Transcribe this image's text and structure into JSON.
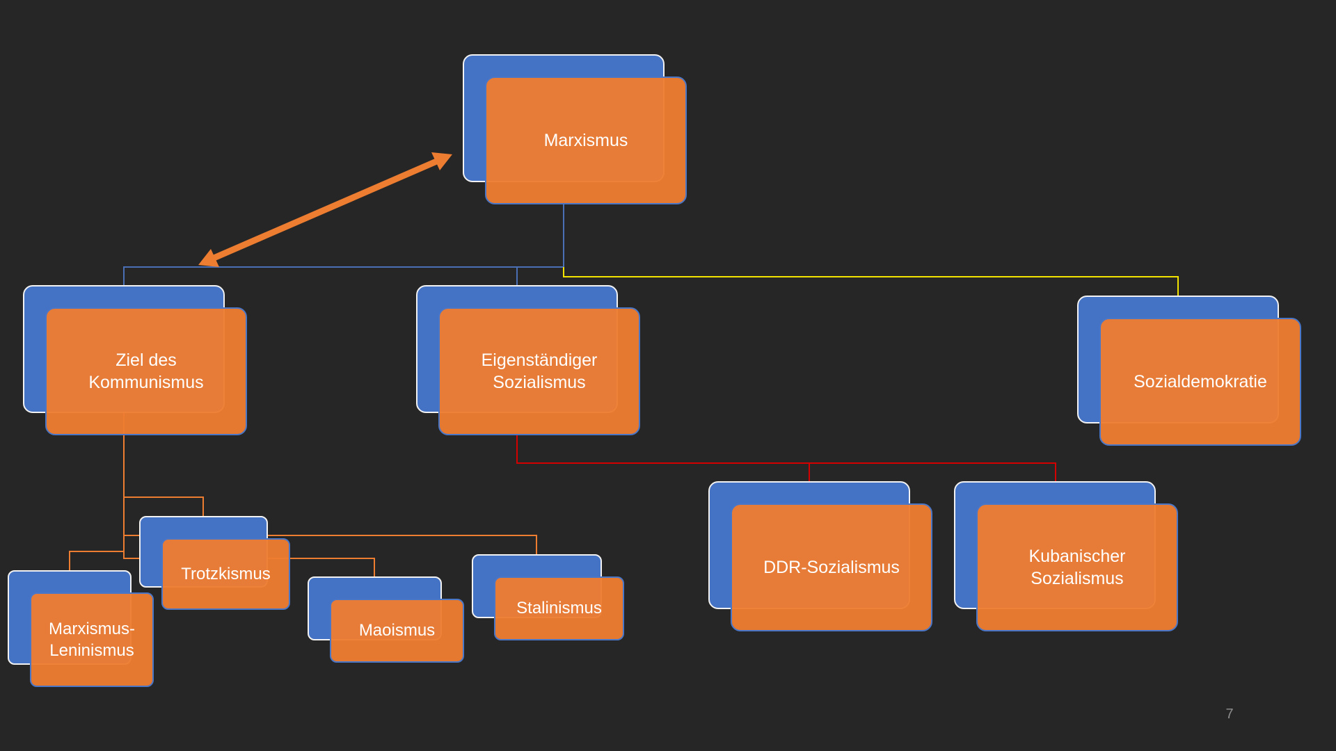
{
  "slide": {
    "page_number": "7",
    "background": "#262626"
  },
  "colors": {
    "box_front": "#ed7d31",
    "box_back": "#4472c4",
    "box_back_border": "#f2f2f2",
    "text": "#ffffff",
    "connector_blue": "#4a6fb5",
    "connector_yellow": "#f2e300",
    "connector_red": "#d40000",
    "connector_orange": "#ed7d31",
    "arrow": "#ed7d31"
  },
  "nodes": {
    "marxismus": {
      "label": "Marxismus"
    },
    "ziel_kommunismus": {
      "label": "Ziel des\nKommunismus"
    },
    "eigenstaendiger_sozialismus": {
      "label": "Eigenständiger\nSozialismus"
    },
    "sozialdemokratie": {
      "label": "Sozialdemokratie"
    },
    "ddr_sozialismus": {
      "label": "DDR-Sozialismus"
    },
    "kubanischer_sozialismus": {
      "label": "Kubanischer\nSozialismus"
    },
    "trotzkismus": {
      "label": "Trotzkismus"
    },
    "marxismus_leninismus": {
      "label": "Marxismus-\nLeninismus"
    },
    "maoismus": {
      "label": "Maoismus"
    },
    "stalinismus": {
      "label": "Stalinismus"
    }
  },
  "icons": {
    "double_arrow": "double-headed-arrow-icon"
  }
}
